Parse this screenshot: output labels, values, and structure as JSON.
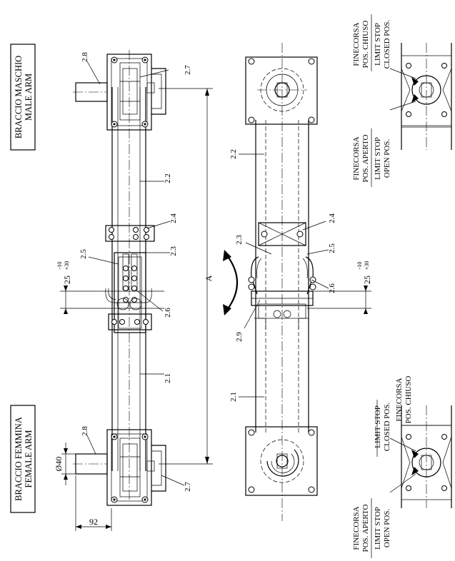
{
  "titles": {
    "male_arm_line1": "BRACCIO MASCHIO",
    "male_arm_line2": "MALE ARM",
    "female_arm_line1": "BRACCIO FEMMINA",
    "female_arm_line2": "FEMALE ARM"
  },
  "parts": {
    "p21": "2.1",
    "p22": "2.2",
    "p23": "2.3",
    "p24": "2.4",
    "p25": "2.5",
    "p26": "2.6",
    "p27": "2.7",
    "p28": "2.8",
    "p29": "2.9"
  },
  "dimensions": {
    "overall": "A",
    "width_bottom": "92",
    "diameter": "Ø40",
    "offset_value": "25",
    "tolerance_upper": "-10",
    "tolerance_lower": "+30"
  },
  "limit_stops": {
    "closed_it_line1": "FINECORSA",
    "closed_it_line2": "POS. CHIUSO",
    "closed_en_line1": "LIMIT STOP",
    "closed_en_line2": "CLOSED POS.",
    "open_it_line1": "FINECORSA",
    "open_it_line2": "POS. APERTO",
    "open_en_line1": "LIMIT STOP",
    "open_en_line2": "OPEN POS."
  }
}
